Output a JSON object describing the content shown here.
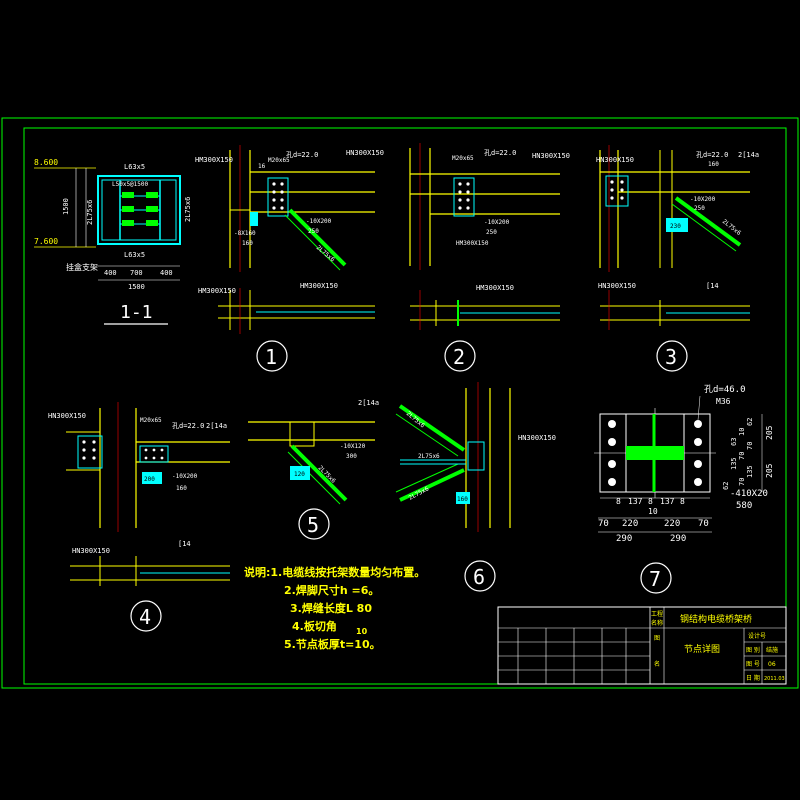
{
  "colors": {
    "frame": "#00ff00",
    "steel": "#ffff00",
    "plate": "#00ffff",
    "weld": "#00ff00",
    "dim": "#ffffff",
    "text": "#ffffff",
    "note": "#ffff00",
    "axis": "#ff0000",
    "bolt": "#ff4040"
  },
  "section_1_1": {
    "title": "1-1",
    "elev_top": "8.600",
    "elev_bottom": "7.600",
    "top_label": "L63x5",
    "mid_label": "L50x5@1500",
    "bottom_label": "L63x5",
    "side_label": "2L75x6",
    "right_label": "2L75x6",
    "height_dim": "1500",
    "support_label": "挂盒支架",
    "dims": [
      "400",
      "700",
      "400"
    ],
    "total_dim": "1500"
  },
  "details": [
    {
      "number": "1",
      "beam_label": "HM300X150",
      "beam_label2": "HN300X150",
      "hole": "孔d=22.0",
      "hole_note": "16",
      "bolt_note": "M20x65",
      "plate_label": "-10X200",
      "plate_dim": "250",
      "plate2": "-8X160",
      "plate2_dim": "160",
      "brace": "2L75x6",
      "plan_label1": "HM300X150",
      "plan_label2": "HM300X150"
    },
    {
      "number": "2",
      "beam_label": "HN300X150",
      "hole": "孔d=22.0",
      "bolt_note": "M20x65",
      "plate_label": "-10X200",
      "plate_dim": "250",
      "beam_bottom": "HM300X150",
      "plan_label": "HM300X150"
    },
    {
      "number": "3",
      "beam_label": "HN300X150",
      "hole": "孔d=22.0",
      "angle": "2[14a",
      "plate_dim": "160",
      "plate_label": "-10X200",
      "plate_dim2": "250",
      "small_dim": "230",
      "brace": "2L75x6",
      "plan_label": "HN300X150",
      "plan_label2": "[14"
    },
    {
      "number": "4",
      "beam_label": "HN300X150",
      "bolt_note": "M20x65",
      "hole": "孔d=22.0",
      "angle": "2[14a",
      "plate_dim": "200",
      "plate_label": "-10X200",
      "plate_dim2": "160",
      "plan_label": "HN300X150",
      "plan_label2": "[14"
    },
    {
      "number": "5",
      "angle": "2[14a",
      "plate_label": "-10X120",
      "plate_dim": "300",
      "small_dim": "120",
      "brace": "2L75x6"
    },
    {
      "number": "6",
      "brace_top": "2L75x6",
      "brace_mid": "2L75x6",
      "brace_bot": "2L75x6",
      "column": "HN300X150",
      "plate_dim": "160"
    },
    {
      "number": "7",
      "hole": "孔d=46.0",
      "bolt": "M36",
      "plate": "-410X20",
      "plate_w": "580",
      "right_dims": [
        "205",
        "205"
      ],
      "right_small": [
        "62",
        "10",
        "63",
        "70",
        "70",
        "135",
        "135",
        "70",
        "62"
      ],
      "bottom_small": [
        "8",
        "137",
        "8",
        "137",
        "8",
        "10"
      ],
      "bottom_dims": [
        "70",
        "220",
        "220",
        "70"
      ],
      "bottom_total": [
        "290",
        "290"
      ]
    }
  ],
  "notes": {
    "line1": "说明:1.电缆线按托架数量均匀布置。",
    "line2": "2.焊脚尺寸h  =6。",
    "line3": "3.焊缝长度L  80",
    "line4": "4.板切角  ",
    "line4b": "10",
    "line5": "5.节点板厚t=10。"
  },
  "title_block": {
    "project_label_1": "工程",
    "project_label_2": "名称",
    "project_name": "钢结构电缆桥架桥",
    "drawing_label": "图",
    "drawing_label2": "名",
    "drawing_name": "节点详图",
    "design_no_label": "设计号",
    "row1_label": "图  别",
    "row1_value": "结施",
    "row2_label": "图  号",
    "row2_value": "06",
    "row3_label": "日  期",
    "row3_value": "2011.03"
  }
}
